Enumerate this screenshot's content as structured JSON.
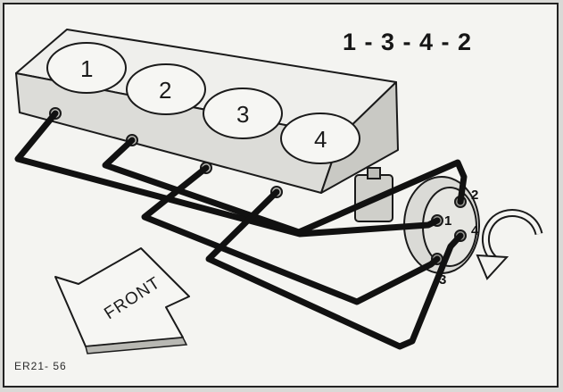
{
  "firing_order": "1 - 3 - 4 - 2",
  "cylinders": [
    "1",
    "2",
    "3",
    "4"
  ],
  "distributor_terminals": [
    "2",
    "1",
    "4",
    "3"
  ],
  "front_label": "FRONT",
  "figure_code": "ER21- 56"
}
